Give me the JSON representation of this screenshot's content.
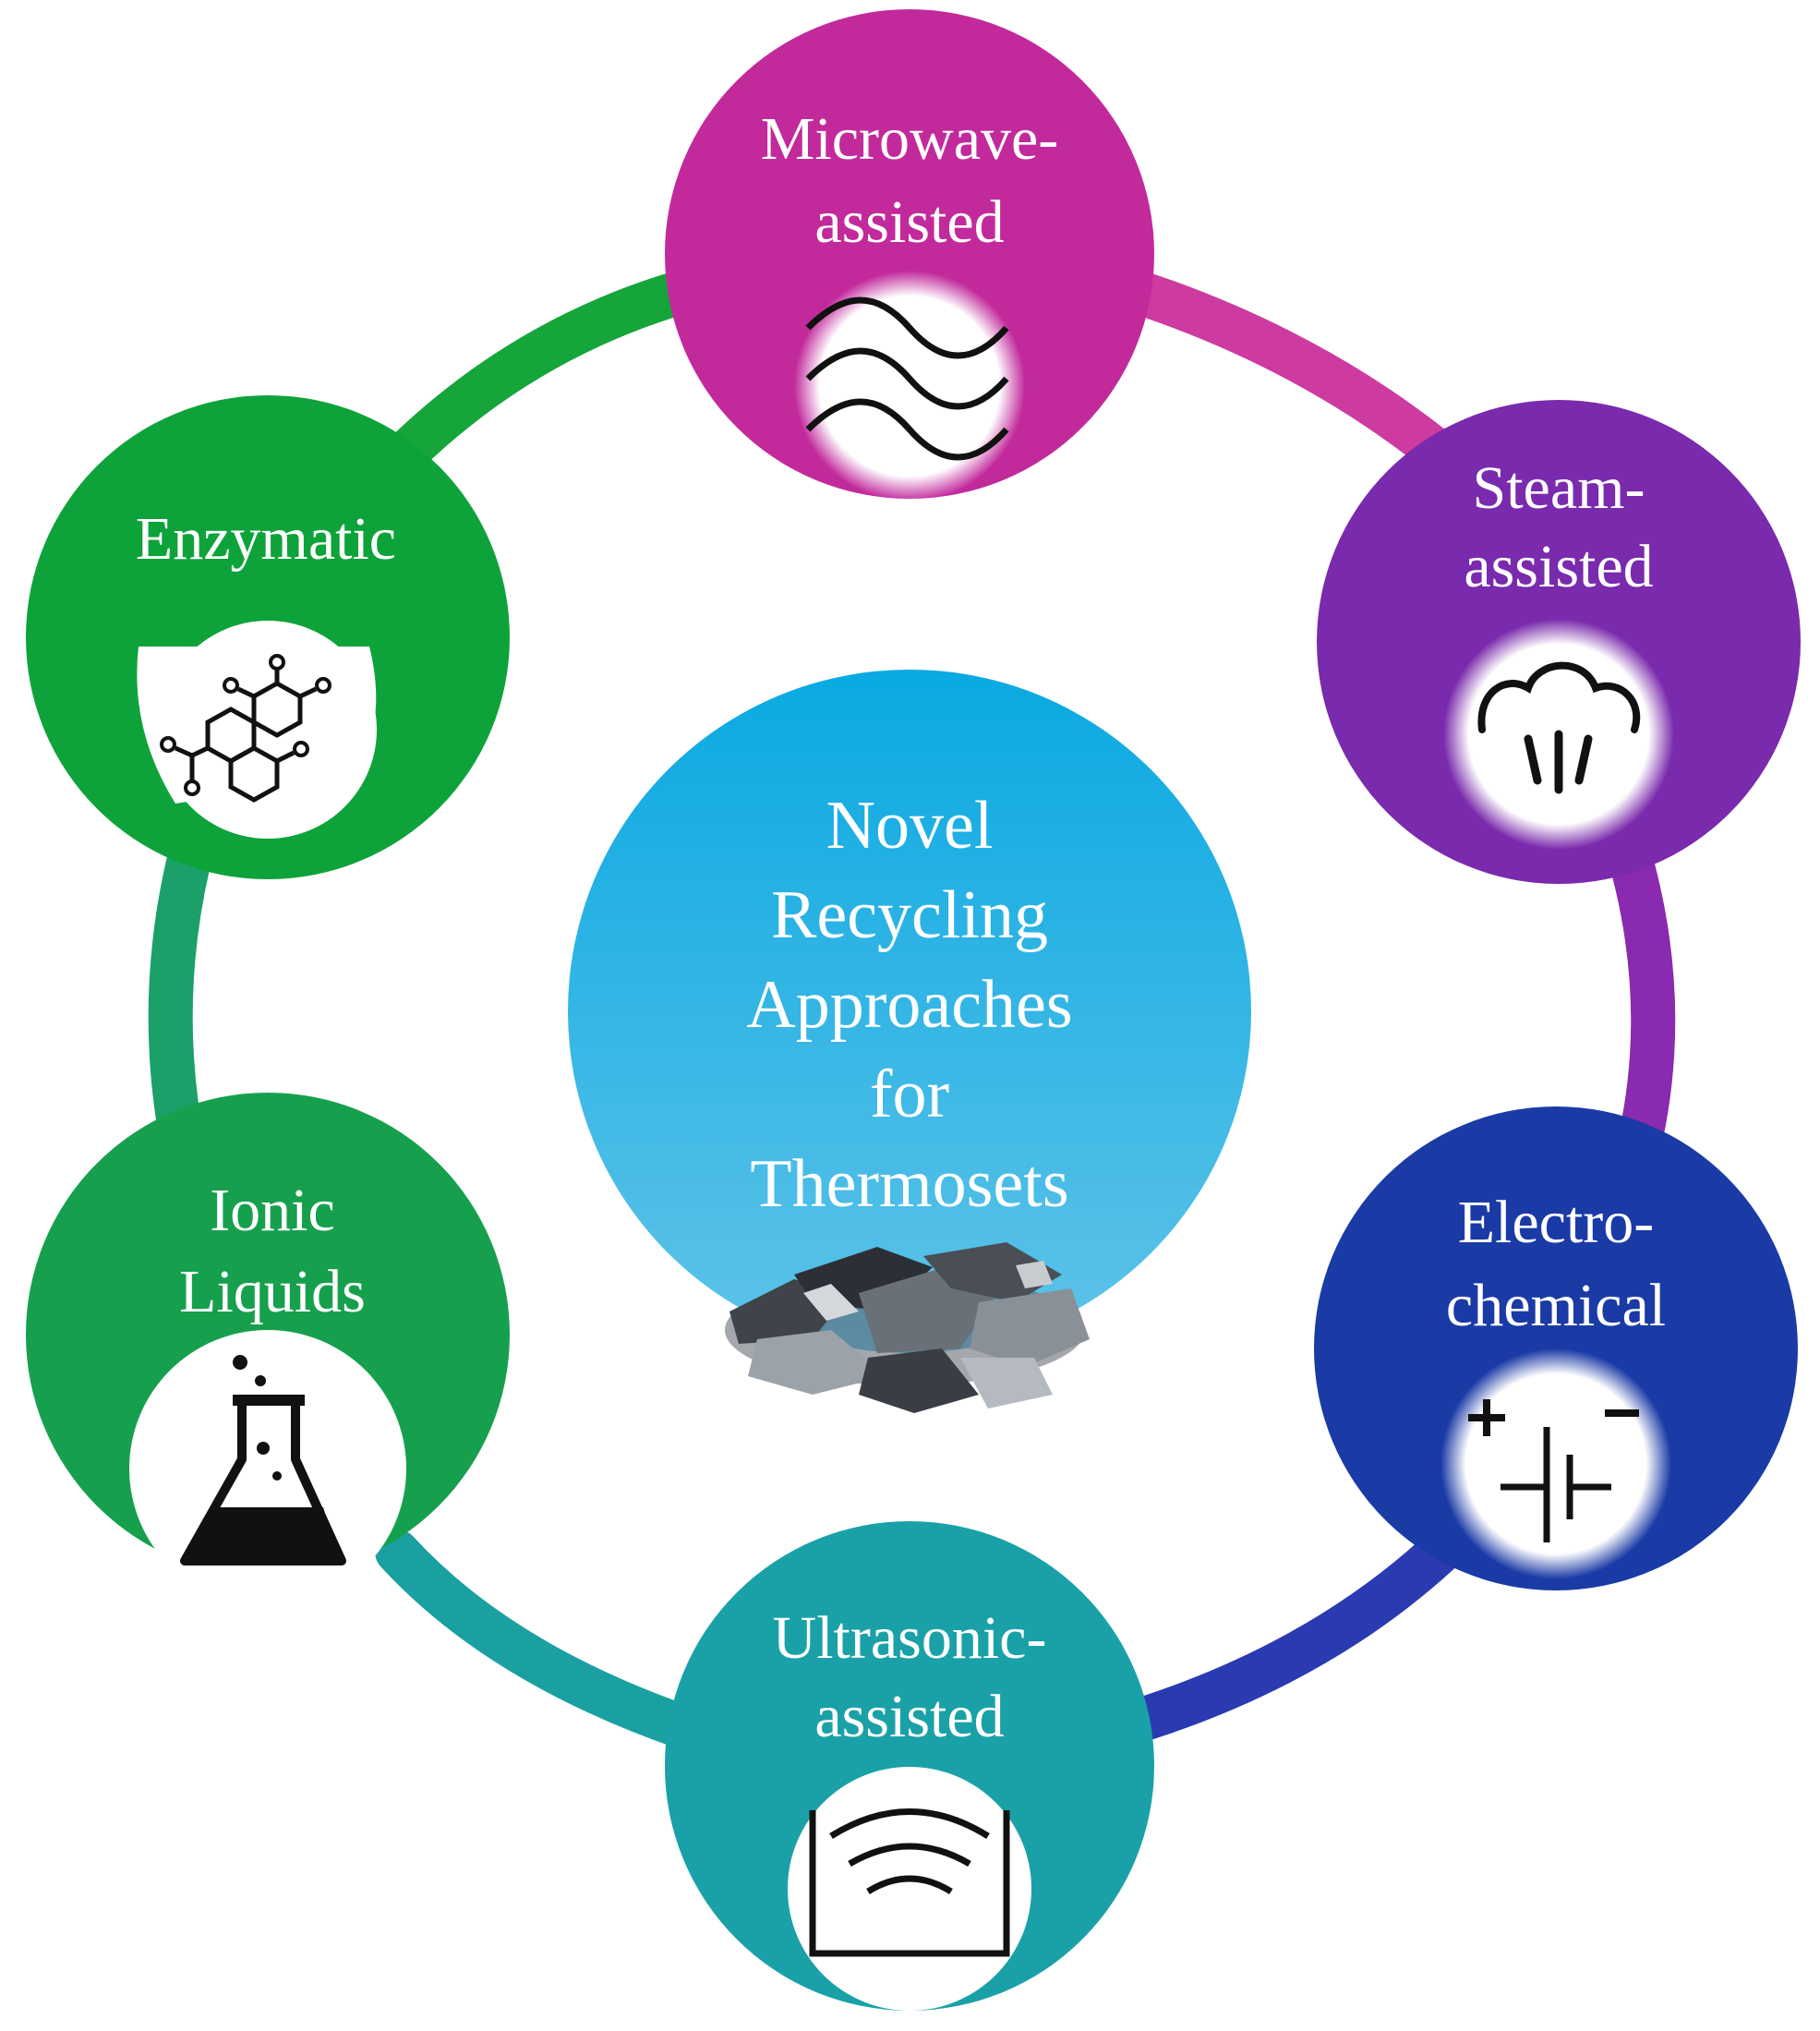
{
  "center": {
    "lines": [
      "Novel",
      "Recycling",
      "Approaches",
      "for",
      "Thermosets"
    ],
    "color_top": "#0aa9e2",
    "color_bottom": "#5fc3e8",
    "debris_icon": "thermoset-debris-image"
  },
  "nodes": [
    {
      "id": "microwave",
      "lines": [
        "Microwave-",
        "assisted"
      ],
      "icon": "microwave-wave-icon",
      "color": "#c22a9c"
    },
    {
      "id": "steam",
      "lines": [
        "Steam-",
        "assisted"
      ],
      "icon": "steam-cloud-icon",
      "color": "#7a2aac"
    },
    {
      "id": "electrochemical",
      "lines": [
        "Electro-",
        "chemical"
      ],
      "icon": "battery-terminal-icon",
      "color": "#1a3aa6"
    },
    {
      "id": "ultrasonic",
      "lines": [
        "Ultrasonic-",
        "assisted"
      ],
      "icon": "ultrasonic-bath-icon",
      "color": "#1aa1a8"
    },
    {
      "id": "ionic",
      "lines": [
        "Ionic",
        "Liquids"
      ],
      "icon": "flask-icon",
      "color": "#16a04e"
    },
    {
      "id": "enzymatic",
      "lines": [
        "Enzymatic"
      ],
      "icon": "molecule-icon",
      "color": "#0ea33a"
    }
  ],
  "ring_colors": [
    "#cd3aa0",
    "#8a2ab0",
    "#2a3ab0",
    "#1aa0a0",
    "#1aa068",
    "#15a53a"
  ]
}
